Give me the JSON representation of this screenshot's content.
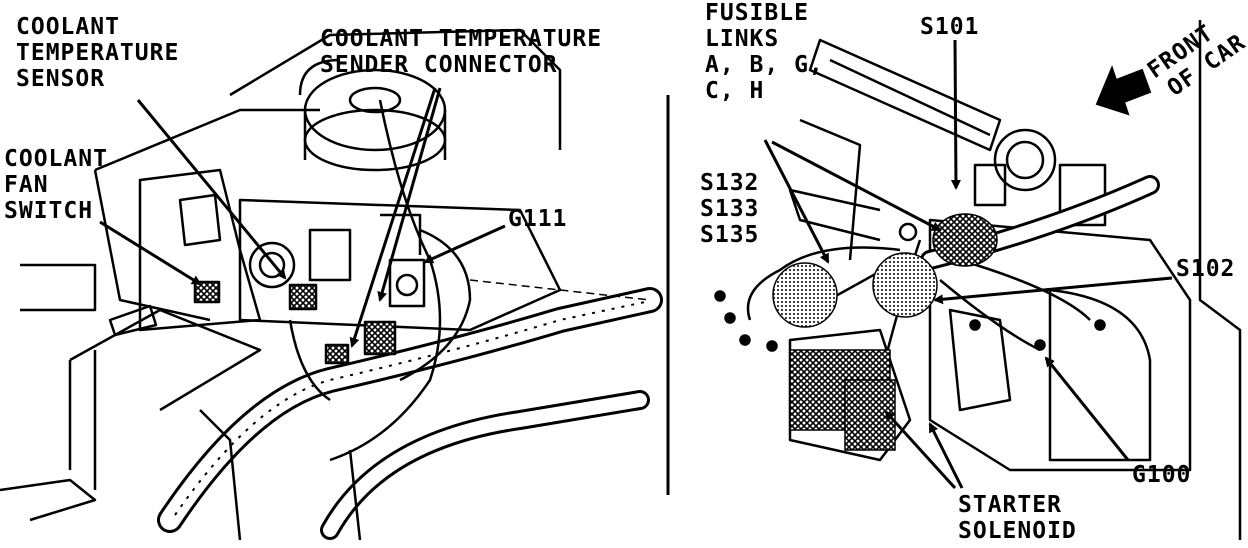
{
  "left_panel": {
    "labels": {
      "coolant_temperature_sensor": [
        "COOLANT",
        "TEMPERATURE",
        "SENSOR"
      ],
      "coolant_temperature_sender_connector": [
        "COOLANT TEMPERATURE",
        "SENDER CONNECTOR"
      ],
      "coolant_fan_switch": [
        "COOLANT",
        "FAN",
        "SWITCH"
      ],
      "g111": "G111"
    }
  },
  "right_panel": {
    "labels": {
      "fusible_links": [
        "FUSIBLE",
        "LINKS",
        "A, B, G,",
        "C, H"
      ],
      "s101": "S101",
      "front_of_car": [
        "FRONT",
        "OF CAR"
      ],
      "s132_s133_s135": [
        "S132",
        "S133",
        "S135"
      ],
      "s102": "S102",
      "g100": "G100",
      "starter_solenoid": [
        "STARTER",
        "SOLENOID"
      ]
    }
  },
  "colors": {
    "ink": "#000000",
    "paper": "#ffffff"
  }
}
